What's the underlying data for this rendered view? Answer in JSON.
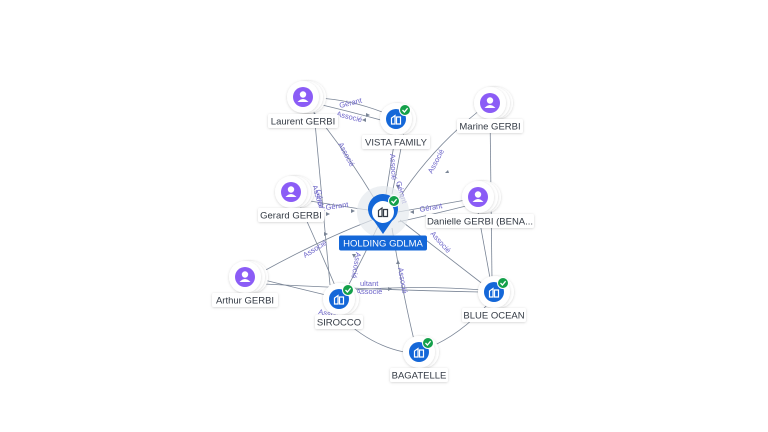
{
  "colors": {
    "person": "#8b5cf6",
    "company": "#1467d8",
    "check": "#14a04a",
    "edge": "#7a8596",
    "edge_label": "#6b63c9",
    "selected_label_bg": "#1467d8"
  },
  "nodes": [
    {
      "id": "holding",
      "label": "HOLDING GDLMA",
      "kind": "company",
      "icon": "building-icon",
      "verified": true,
      "selected": true
    },
    {
      "id": "vista",
      "label": "VISTA FAMILY",
      "kind": "company",
      "icon": "building-icon",
      "verified": true
    },
    {
      "id": "sirocco",
      "label": "SIROCCO",
      "kind": "company",
      "icon": "building-icon",
      "verified": true
    },
    {
      "id": "blue",
      "label": "BLUE OCEAN",
      "kind": "company",
      "icon": "building-icon",
      "verified": true
    },
    {
      "id": "bagatelle",
      "label": "BAGATELLE",
      "kind": "company",
      "icon": "building-icon",
      "verified": true
    },
    {
      "id": "laurent",
      "label": "Laurent GERBI",
      "kind": "person",
      "icon": "person-icon"
    },
    {
      "id": "marine",
      "label": "Marine GERBI",
      "kind": "person",
      "icon": "person-icon"
    },
    {
      "id": "gerard",
      "label": "Gerard GERBI",
      "kind": "person",
      "icon": "person-icon"
    },
    {
      "id": "danielle",
      "label": "Danielle GERBI (BENA...",
      "kind": "person",
      "icon": "person-icon"
    },
    {
      "id": "arthur",
      "label": "Arthur GERBI",
      "kind": "person",
      "icon": "person-icon"
    }
  ],
  "edge_labels": {
    "laurent_vista_1": "Gérant",
    "laurent_vista_2": "Associé",
    "laurent_holding": "Associé",
    "vista_holding_1": "Associé",
    "vista_holding_2": "Gérant",
    "marine_holding": "Associé",
    "danielle_holding": "Gérant",
    "danielle_holding_2": "Associé",
    "gerard_holding": "Gérant",
    "gerard_sirocco_1": "Gérant",
    "gerard_sirocco_2": "Associé",
    "arthur_holding": "Associé",
    "holding_sirocco": "Associé",
    "sirocco_label_1": "ultant",
    "sirocco_label_2": "Associé",
    "holding_bagatelle": "Associé",
    "holding_blue": "Associé"
  }
}
